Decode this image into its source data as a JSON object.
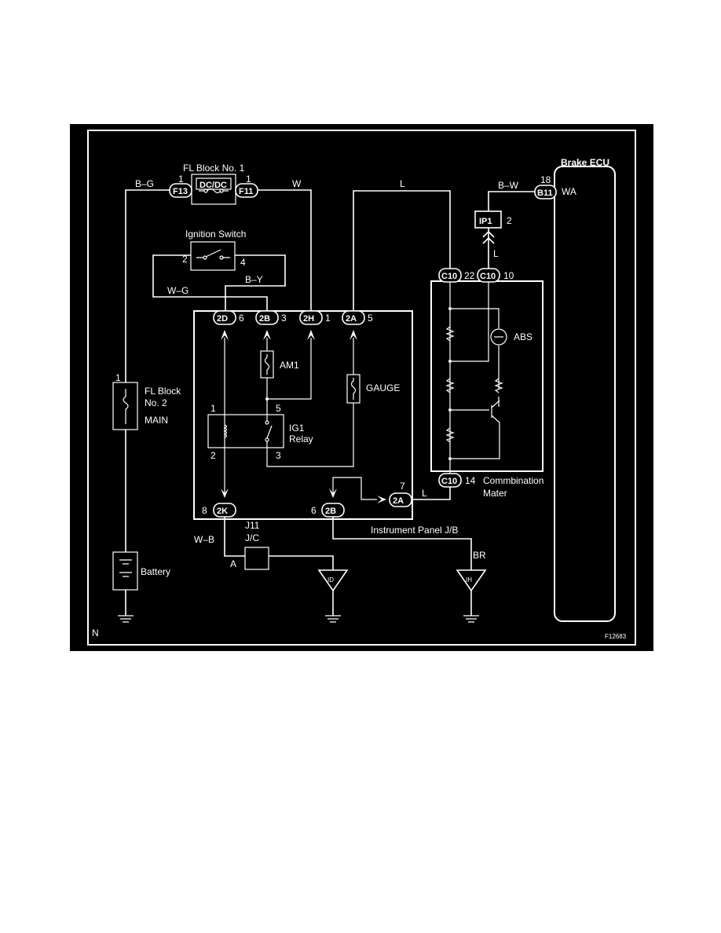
{
  "colors": {
    "background": "#000000",
    "foreground": "#ffffff",
    "page": "#ffffff"
  },
  "corner_letter": "N",
  "figure_code": "F12683",
  "components": {
    "fl_block_1": "FL Block No. 1",
    "dcdc": "DC/DC",
    "ignition_switch": "Ignition Switch",
    "brake_ecu": "Brake ECU",
    "wa": "WA",
    "am1": "AM1",
    "gauge": "GAUGE",
    "ig1": "IG1",
    "relay": "Relay",
    "abs": "ABS",
    "combination_1": "Commbination",
    "combination_2": "Mater",
    "instrument_panel": "Instrument Panel J/B",
    "fl_block_2_a": "FL Block",
    "fl_block_2_b": "No. 2",
    "fl_block_2_c": "MAIN",
    "battery": "Battery",
    "jc_a": "J11",
    "jc_b": "J/C"
  },
  "connectors": {
    "f13": "F13",
    "f11": "F11",
    "b11": "B11",
    "ip1": "IP1",
    "c10": "C10",
    "d2": "2D",
    "b2": "2B",
    "h2": "2H",
    "a2": "2A",
    "k2": "2K",
    "id": "ID",
    "ih": "IH"
  },
  "wire_colors": {
    "bg": "B–G",
    "w": "W",
    "l": "L",
    "bw": "B–W",
    "wg": "W–G",
    "by": "B–Y",
    "wb": "W–B",
    "br": "BR"
  },
  "pins": {
    "p1": "1",
    "p2": "2",
    "p3": "3",
    "p4": "4",
    "p5": "5",
    "p6": "6",
    "p7": "7",
    "p8": "8",
    "p10": "10",
    "p14": "14",
    "p18": "18",
    "p22": "22",
    "a": "A"
  }
}
